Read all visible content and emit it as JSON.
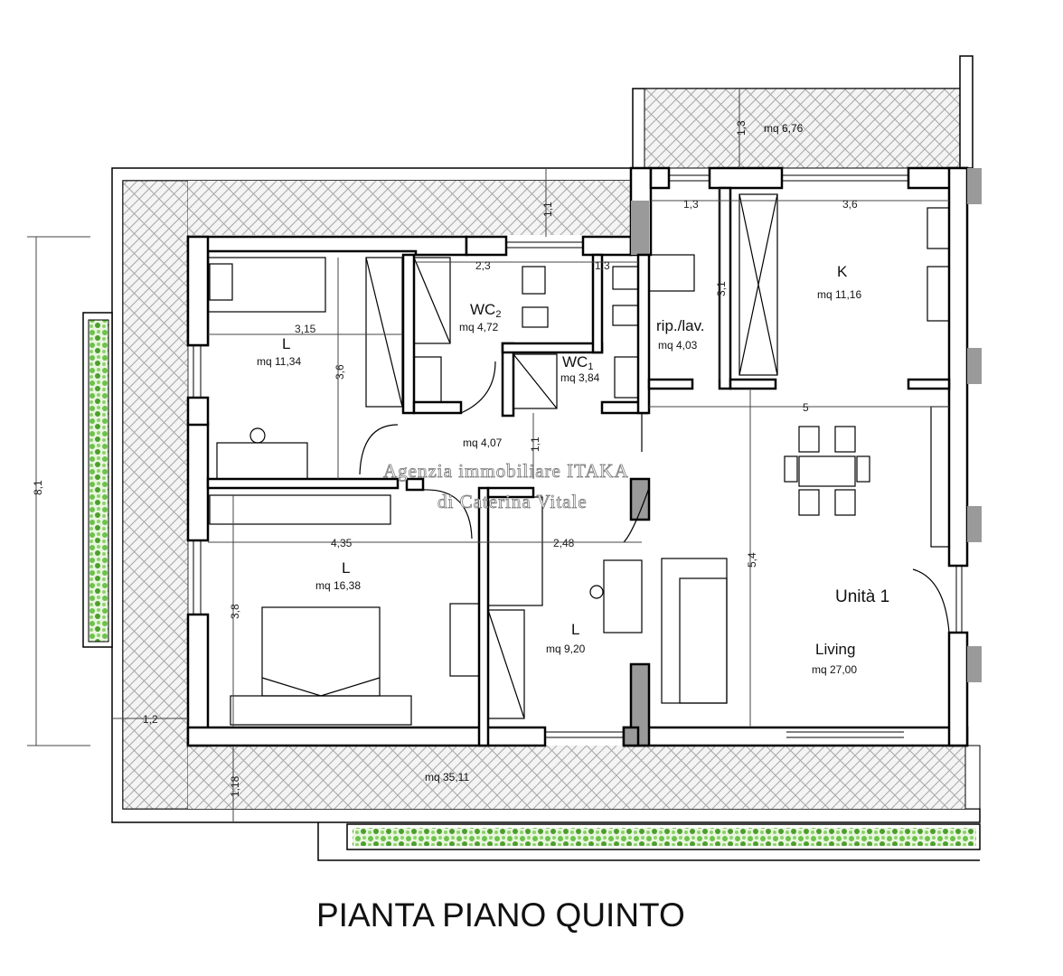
{
  "title": "PIANTA PIANO QUINTO",
  "watermark": {
    "line1": "Agenzia immobiliare ITAKA",
    "line2": "di Caterina Vitale"
  },
  "unit_label": "Unità 1",
  "rooms": {
    "bed1": {
      "name": "L",
      "area": "mq 11,34"
    },
    "wc2": {
      "name": "WC",
      "sub": "2",
      "area": "mq 4,72"
    },
    "wc1": {
      "name": "WC",
      "sub": "1",
      "area": "mq 3,84"
    },
    "rip": {
      "name": "rip./lav.",
      "area": "mq 4,03"
    },
    "kitchen": {
      "name": "K",
      "area": "mq 11,16"
    },
    "hall": {
      "area": "mq 4,07"
    },
    "bed2": {
      "name": "L",
      "area": "mq 16,38"
    },
    "bed3": {
      "name": "L",
      "area": "mq 9,20"
    },
    "living": {
      "name": "Living",
      "area": "mq 27,00"
    }
  },
  "terraces": {
    "top": "mq 6,76",
    "main": "mq 35,11"
  },
  "dimensions": {
    "d_13_top": "1,3",
    "d_13_a": "1,3",
    "d_36": "3,6",
    "d_11_a": "1,1",
    "d_23": "2,3",
    "d_13_b": "1,3",
    "d_31": "3,1",
    "d_315": "3,15",
    "d_36v": "3,6",
    "d_5": "5",
    "d_11_b": "1,1",
    "d_435": "4,35",
    "d_248": "2,48",
    "d_54": "5,4",
    "d_38": "3,8",
    "d_81": "8,1",
    "d_12": "1,2",
    "d_118": "1,18"
  },
  "colors": {
    "wall": "#000000",
    "terrace_hatch": "#9a9a9a",
    "planter": "#6cc24a"
  }
}
